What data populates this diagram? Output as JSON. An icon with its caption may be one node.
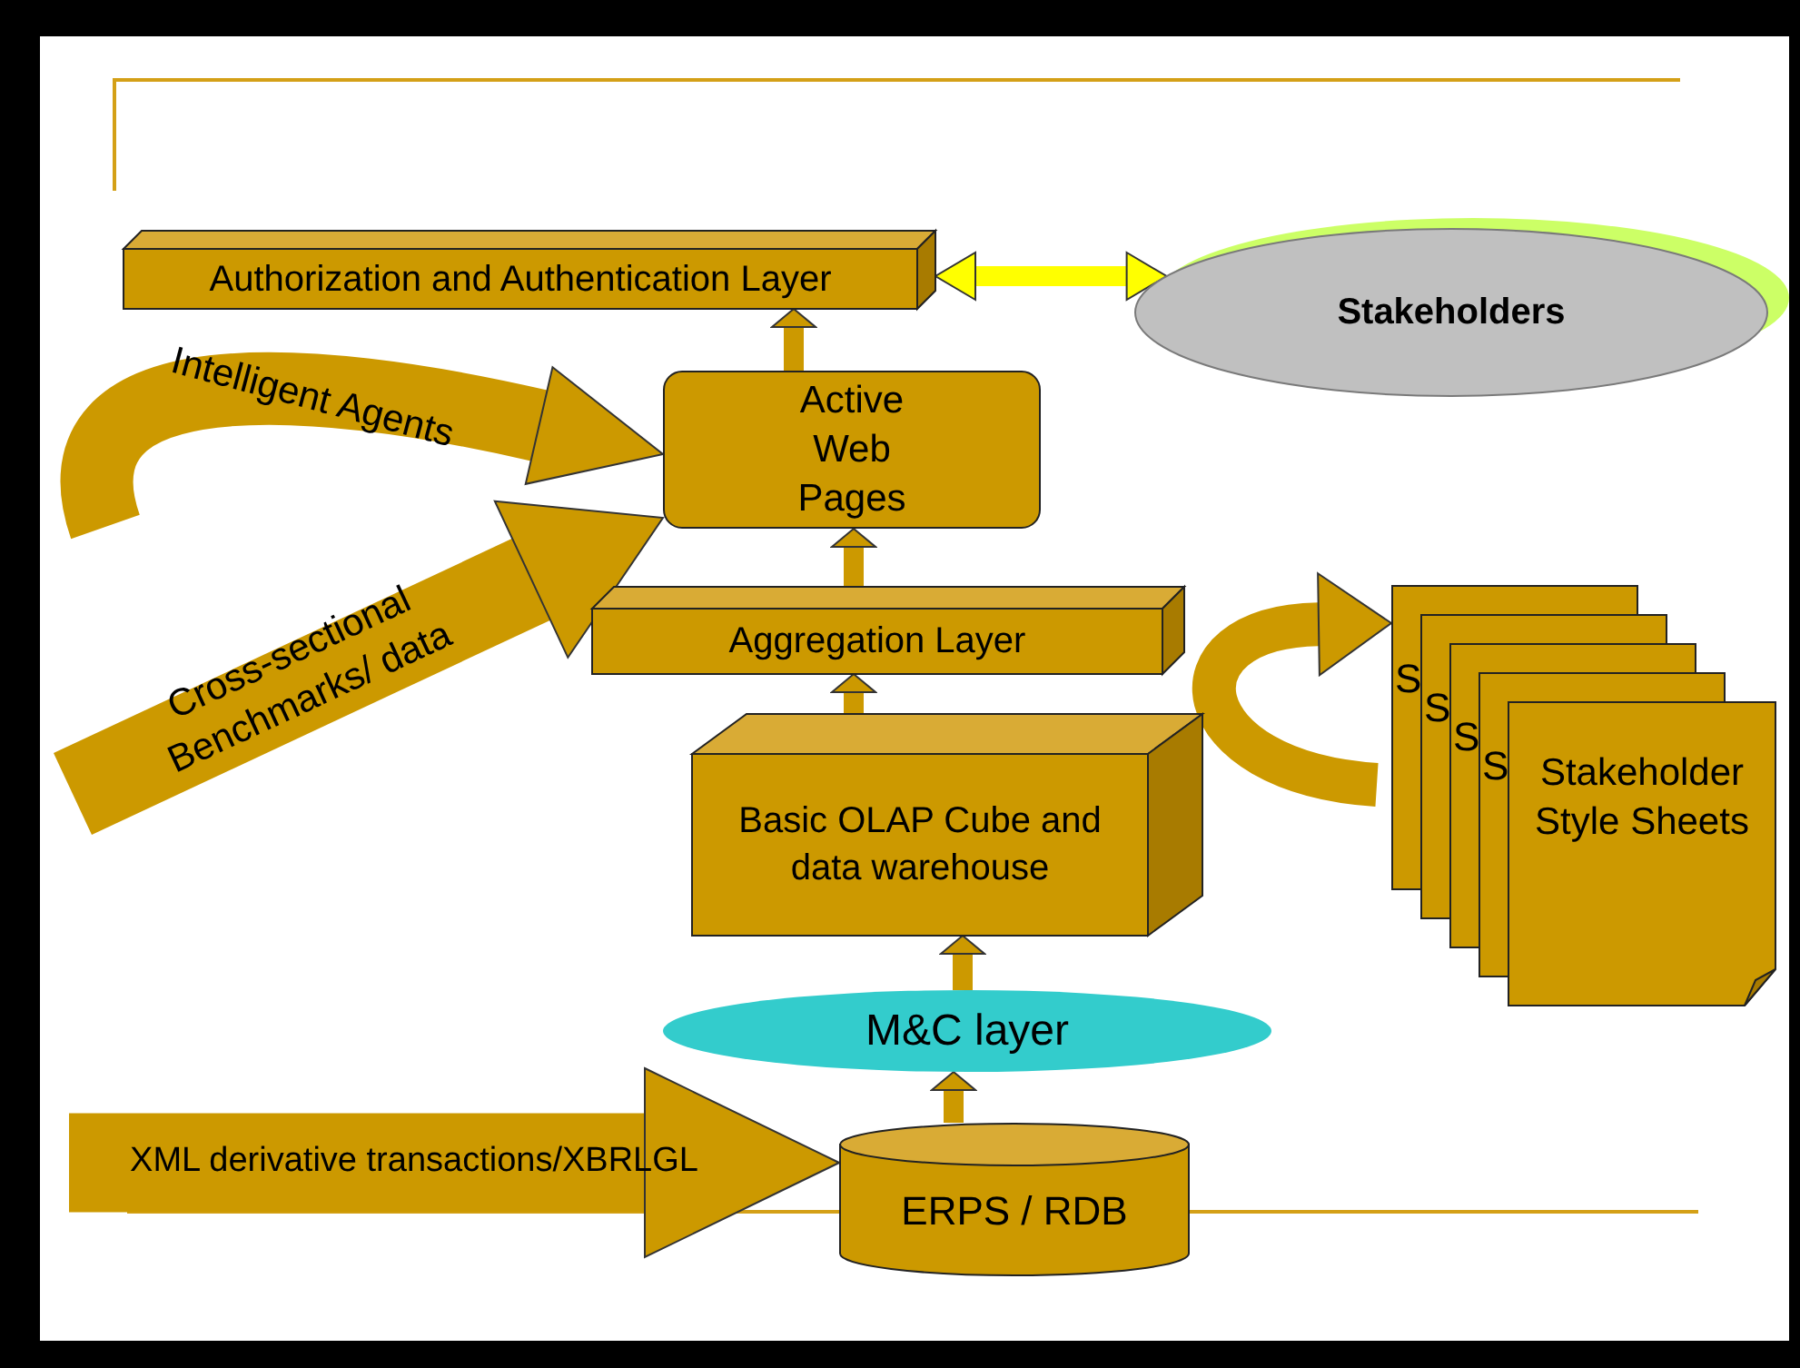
{
  "diagram": {
    "nodes": [
      {
        "text": [
          "Authorization and Authentication Layer"
        ]
      },
      {
        "text": [
          "Stakeholders"
        ]
      },
      {
        "text": [
          "Active Web Pages"
        ]
      },
      {
        "text": [
          "Aggregation Layer"
        ]
      },
      {
        "text": [
          "Basic OLAP Cube and data warehouse"
        ]
      },
      {
        "text": [
          "M&C layer"
        ]
      },
      {
        "text": [
          "ERPS / RDB"
        ]
      },
      {
        "text": [
          "S",
          "S",
          "S",
          "S",
          "Stakeholder Style Sheets"
        ]
      }
    ],
    "edges": [
      {
        "from": 6,
        "to": 5,
        "arrow": "to"
      },
      {
        "from": 5,
        "to": 4,
        "arrow": "to"
      },
      {
        "from": 4,
        "to": 3,
        "arrow": "to"
      },
      {
        "from": 3,
        "to": 2,
        "arrow": "to"
      },
      {
        "from": 2,
        "to": 0,
        "arrow": "to"
      },
      {
        "from": 0,
        "to": 1,
        "arrow": "both",
        "color": "#ffff00"
      },
      {
        "from": null,
        "to": 7,
        "arrow": "to",
        "style": "thick"
      },
      {
        "from": null,
        "to": 2,
        "arrow": "to",
        "style": "thick",
        "label": "Intelligent Agents"
      },
      {
        "from": null,
        "to": 2,
        "arrow": "to",
        "style": "thick",
        "label": "Cross-sectional Benchmarks/ data"
      },
      {
        "from": null,
        "to": 6,
        "arrow": "to",
        "style": "thick",
        "label": "XML derivative transactions/XBRLGL"
      }
    ]
  }
}
